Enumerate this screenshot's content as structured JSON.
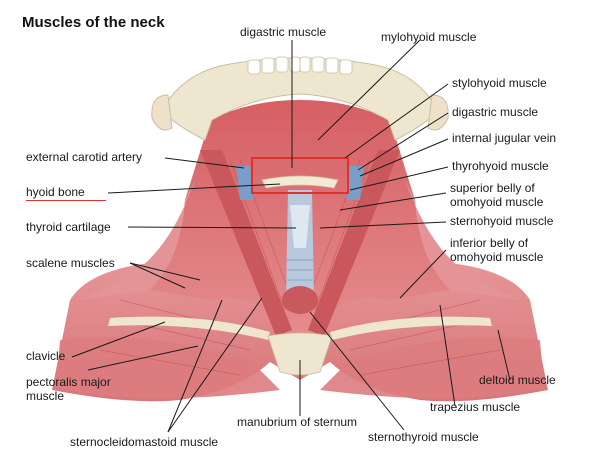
{
  "title": "Muscles of the neck",
  "labels": {
    "digastric_top": "digastric muscle",
    "mylohyoid": "mylohyoid muscle",
    "stylohyoid": "stylohyoid muscle",
    "digastric_right": "digastric muscle",
    "internal_jugular": "internal jugular vein",
    "external_carotid": "external carotid artery",
    "hyoid_bone": "hyoid bone",
    "thyrohyoid": "thyrohyoid muscle",
    "superior_omohyoid_1": "superior belly of",
    "superior_omohyoid_2": "omohyoid muscle",
    "thyroid_cartilage": "thyroid cartilage",
    "sternohyoid": "sternohyoid muscle",
    "inferior_omohyoid_1": "inferior belly of",
    "inferior_omohyoid_2": "omohyoid muscle",
    "scalene": "scalene muscles",
    "clavicle": "clavicle",
    "pectoralis_1": "pectoralis major",
    "pectoralis_2": "muscle",
    "deltoid": "deltoid muscle",
    "trapezius": "trapezius muscle",
    "manubrium": "manubrium of sternum",
    "sternocleidomastoid": "sternocleidomastoid muscle",
    "sternothyroid": "sternothyroid muscle"
  },
  "colors": {
    "muscle": "#d9686a",
    "muscle_light": "#e8a0a0",
    "bone": "#efe6cf",
    "highlight_box": "#e0322b",
    "underline": "#e0322b",
    "leader_line": "#1a1a1a",
    "vein": "#7a9ec9"
  }
}
